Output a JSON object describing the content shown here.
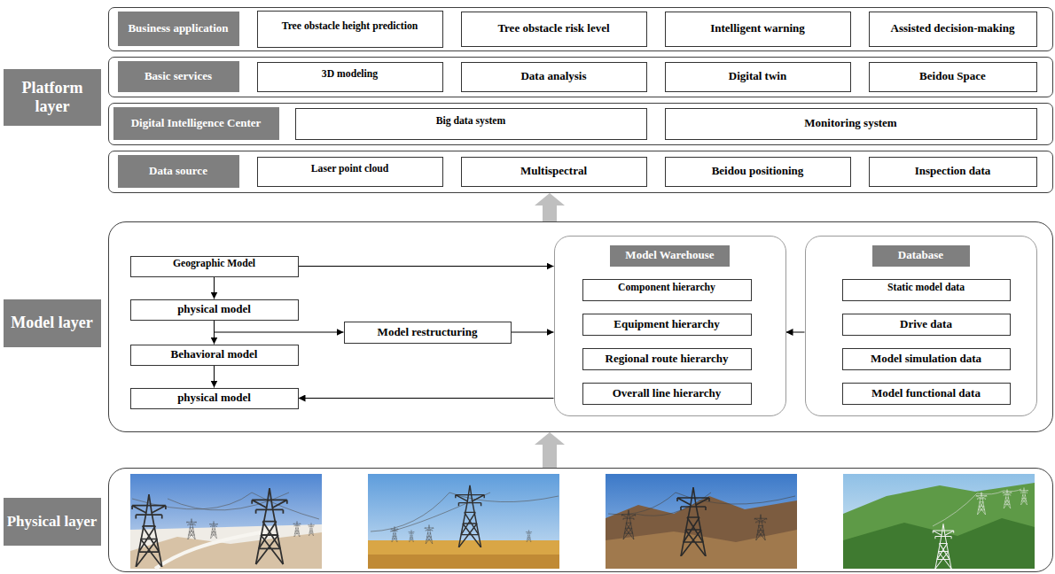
{
  "diagram": {
    "nodes": [
      {
        "text": [
          "Platform layer"
        ]
      },
      {
        "text": [
          "Business application"
        ]
      },
      {
        "text": [
          "Tree obstacle height prediction"
        ],
        "in": 1
      },
      {
        "text": [
          "Tree obstacle risk level"
        ],
        "in": 1
      },
      {
        "text": [
          "Intelligent warning"
        ],
        "in": 1
      },
      {
        "text": [
          "Assisted decision-making"
        ],
        "in": 1
      },
      {
        "text": [
          "Basic services"
        ]
      },
      {
        "text": [
          "3D modeling"
        ],
        "in": 6
      },
      {
        "text": [
          "Data analysis"
        ],
        "in": 6
      },
      {
        "text": [
          "Digital twin"
        ],
        "in": 6
      },
      {
        "text": [
          "Beidou Space"
        ],
        "in": 6
      },
      {
        "text": [
          "Digital Intelligence Center"
        ]
      },
      {
        "text": [
          "Big data system"
        ],
        "in": 11
      },
      {
        "text": [
          "Monitoring system"
        ],
        "in": 11
      },
      {
        "text": [
          "Data source"
        ]
      },
      {
        "text": [
          "Laser point cloud"
        ],
        "in": 14
      },
      {
        "text": [
          "Multispectral"
        ],
        "in": 14
      },
      {
        "text": [
          "Beidou positioning"
        ],
        "in": 14
      },
      {
        "text": [
          "Inspection data"
        ],
        "in": 14
      },
      {
        "text": [
          "Model layer"
        ]
      },
      {
        "text": [
          "Geographic Model"
        ],
        "in": 19
      },
      {
        "text": [
          "physical model"
        ],
        "in": 19
      },
      {
        "text": [
          "Behavioral model"
        ],
        "in": 19
      },
      {
        "text": [
          "physical model"
        ],
        "in": 19
      },
      {
        "text": [
          "Model restructuring"
        ],
        "in": 19
      },
      {
        "text": [
          "Model Warehouse"
        ],
        "in": 19
      },
      {
        "text": [
          "Component hierarchy"
        ],
        "in": 25
      },
      {
        "text": [
          "Equipment hierarchy"
        ],
        "in": 25
      },
      {
        "text": [
          "Regional route hierarchy"
        ],
        "in": 25
      },
      {
        "text": [
          "Overall line hierarchy"
        ],
        "in": 25
      },
      {
        "text": [
          "Database"
        ],
        "in": 19
      },
      {
        "text": [
          "Static model data"
        ],
        "in": 30
      },
      {
        "text": [
          "Drive data"
        ],
        "in": 30
      },
      {
        "text": [
          "Model simulation data"
        ],
        "in": 30
      },
      {
        "text": [
          "Model functional data"
        ],
        "in": 30
      },
      {
        "text": [
          "Physical layer"
        ]
      }
    ],
    "edges": [
      {
        "from": 20,
        "to": 21,
        "arrow": "to"
      },
      {
        "from": 21,
        "to": 22,
        "arrow": "to"
      },
      {
        "from": 22,
        "to": 23,
        "arrow": "to"
      },
      {
        "from": 20,
        "to": 25,
        "arrow": "to"
      },
      {
        "from": 21,
        "to": 24,
        "arrow": "to"
      },
      {
        "from": 24,
        "to": 25,
        "arrow": "to"
      },
      {
        "from": 30,
        "to": 25,
        "arrow": "to"
      },
      {
        "from": 25,
        "to": 23,
        "arrow": "to"
      },
      {
        "from": 35,
        "to": 19,
        "arrow": "to"
      },
      {
        "from": 19,
        "to": 14,
        "arrow": "to"
      }
    ]
  }
}
